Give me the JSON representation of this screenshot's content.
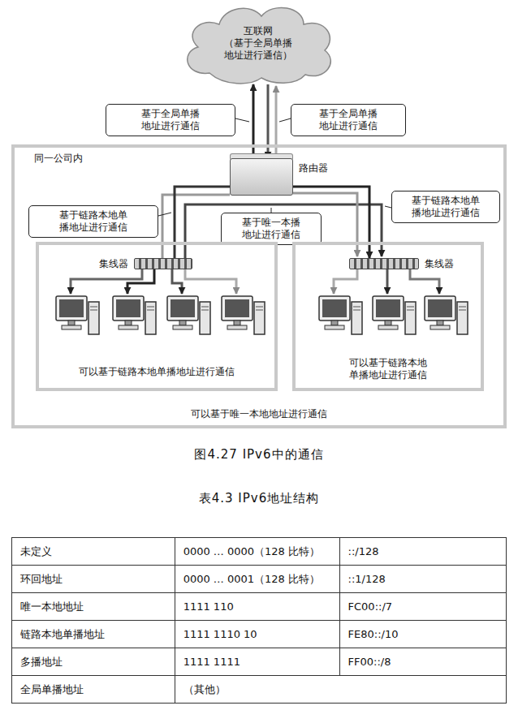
{
  "diagram": {
    "caption": "图4.27 IPv6中的通信",
    "nodes": [
      {
        "text": [
          "互联网 （基于全局单播 地址进行通信）"
        ]
      },
      {
        "text": [
          "基于全局单播 地址进行通信"
        ]
      },
      {
        "text": [
          "基于全局单播 地址进行通信"
        ]
      },
      {
        "text": [
          "同一公司内",
          "可以基于唯一本地地址进行通信"
        ]
      },
      {
        "text": [
          "路由器"
        ],
        "in": 3
      },
      {
        "text": [
          "基于链路本地单 播地址进行通信"
        ],
        "in": 3
      },
      {
        "text": [
          "基于唯一本播 地址进行通信"
        ],
        "in": 3
      },
      {
        "text": [
          "基于链路本地单 播地址进行通信"
        ],
        "in": 3
      },
      {
        "text": [
          "可以基于链路本地单播地址进行通信"
        ],
        "in": 3
      },
      {
        "text": [
          "集线器"
        ],
        "in": 8
      },
      {
        "text": [
          "可以基于链路本地 单播地址进行通信"
        ],
        "in": 3
      },
      {
        "text": [
          "集线器"
        ],
        "in": 10
      }
    ],
    "edges": [
      {
        "from": 4,
        "to": 0,
        "arrow": "to"
      },
      {
        "from": 0,
        "to": 4,
        "arrow": "to"
      },
      {
        "from": 9,
        "to": 4,
        "arrow": "none"
      },
      {
        "from": 4,
        "to": 11,
        "arrow": "to"
      }
    ],
    "labels": [
      "表4.3 IPv6地址结构",
      "未定义",
      "0000 … 0000（128 比特）",
      "::/128",
      "环回地址",
      "0000 … 0001（128 比特）",
      "::1/128",
      "唯一本地地址",
      "1111 110",
      "FC00::/7",
      "链路本地单播地址",
      "1111 1110 10",
      "FE80::/10",
      "多播地址",
      "1111 1111",
      "FF00::/8",
      "全局单播地址",
      "（其他）"
    ]
  }
}
